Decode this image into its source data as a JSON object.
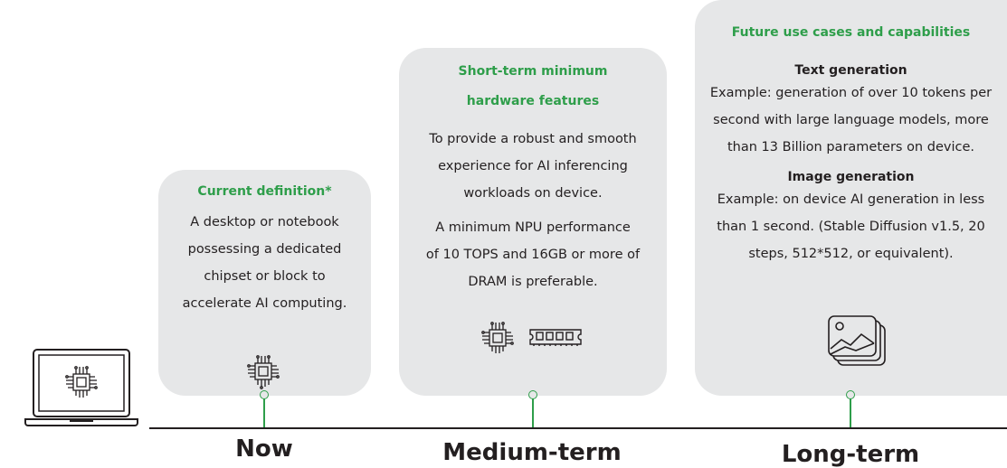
{
  "colors": {
    "accent": "#2e9e4a",
    "card": "#e6e7e8",
    "text": "#231f20"
  },
  "laptop_icon": "laptop-with-chip-icon",
  "cards": {
    "current": {
      "title": "Current definition*",
      "body_lines": [
        "A desktop or notebook",
        "possessing a dedicated",
        "chipset or block to",
        "accelerate AI computing."
      ],
      "icon": "chip-icon"
    },
    "short_term": {
      "title_lines": [
        "Short-term minimum",
        "hardware features"
      ],
      "para1_lines": [
        "To provide a robust and smooth",
        "experience for AI inferencing",
        "workloads on device."
      ],
      "para2_lines": [
        "A minimum NPU performance",
        "of 10 TOPS and 16GB or more of",
        "DRAM is preferable."
      ],
      "icons": [
        "chip-icon",
        "ram-module-icon"
      ]
    },
    "future": {
      "title": "Future use cases and capabilities",
      "text_gen_heading": "Text generation",
      "text_gen_lines": [
        "Example: generation of over 10 tokens per",
        "second with large language models, more",
        "than 13 Billion parameters on device."
      ],
      "image_gen_heading": "Image generation",
      "image_gen_lines": [
        "Example: on device AI generation in less",
        "than 1 second. (Stable Diffusion v1.5, 20",
        "steps, 512*512, or equivalent)."
      ],
      "icon": "image-stack-icon"
    }
  },
  "phases": {
    "now": "Now",
    "medium": "Medium-term",
    "long": "Long-term"
  }
}
